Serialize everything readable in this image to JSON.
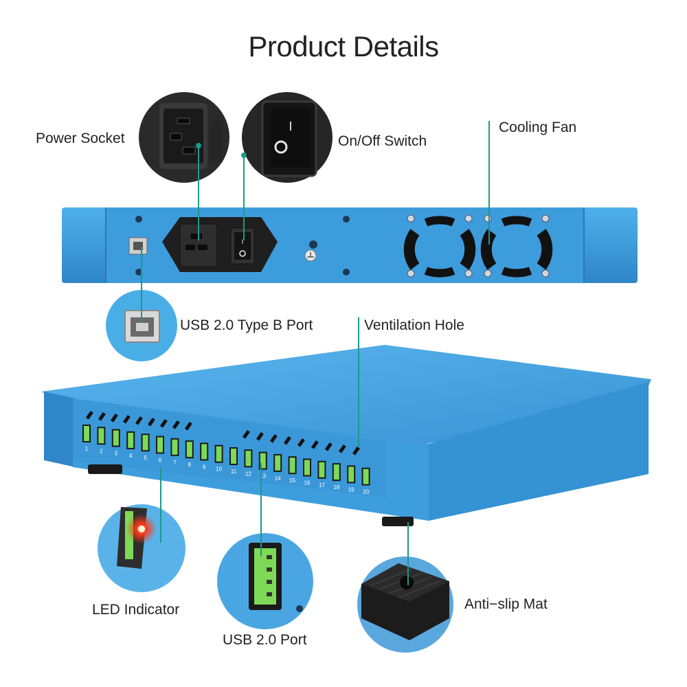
{
  "title": "Product Details",
  "labels": {
    "power_socket": "Power Socket",
    "onoff_switch": "On/Off Switch",
    "cooling_fan": "Cooling Fan",
    "usb_b": "USB 2.0 Type B Port",
    "ventilation": "Ventilation Hole",
    "led": "LED Indicator",
    "usb_port": "USB 2.0 Port",
    "antislip": "Anti−slip Mat"
  },
  "switch_symbols": {
    "on": "I",
    "off": "O"
  },
  "port_numbers": [
    "1",
    "2",
    "3",
    "4",
    "5",
    "6",
    "7",
    "8",
    "9",
    "10",
    "11",
    "12",
    "13",
    "14",
    "15",
    "16",
    "17",
    "18",
    "19",
    "20"
  ],
  "colors": {
    "device_blue": "#3a9ad9",
    "leader_teal": "#1a9a8a",
    "usb_green": "#7ed957"
  }
}
